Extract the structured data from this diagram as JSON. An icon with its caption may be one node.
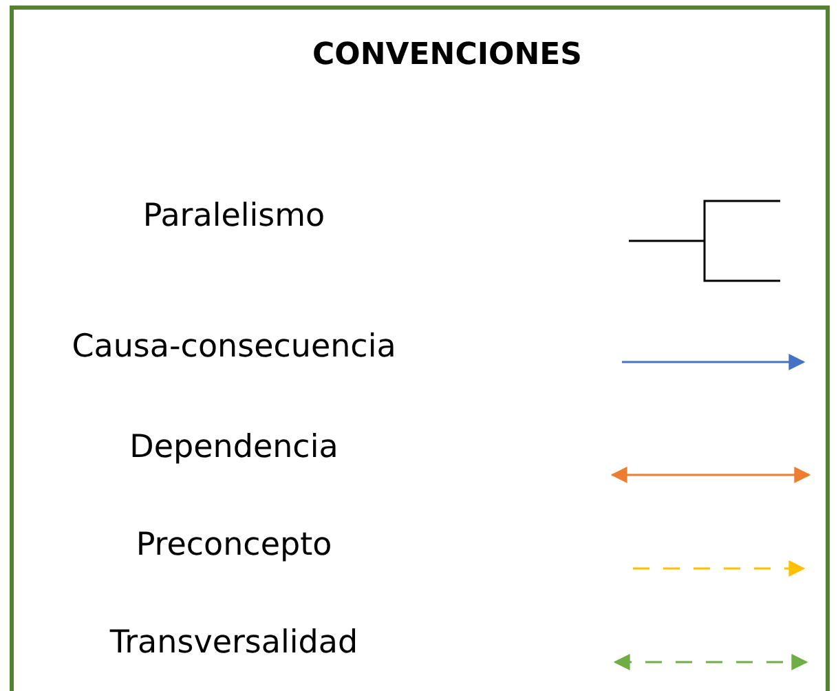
{
  "diagram": {
    "title": "CONVENCIONES",
    "legend": [
      {
        "text": "Paralelismo"
      },
      {
        "text": "Causa-consecuencia"
      },
      {
        "text": "Dependencia"
      },
      {
        "text": "Preconcepto"
      },
      {
        "text": "Transversalidad"
      }
    ]
  }
}
